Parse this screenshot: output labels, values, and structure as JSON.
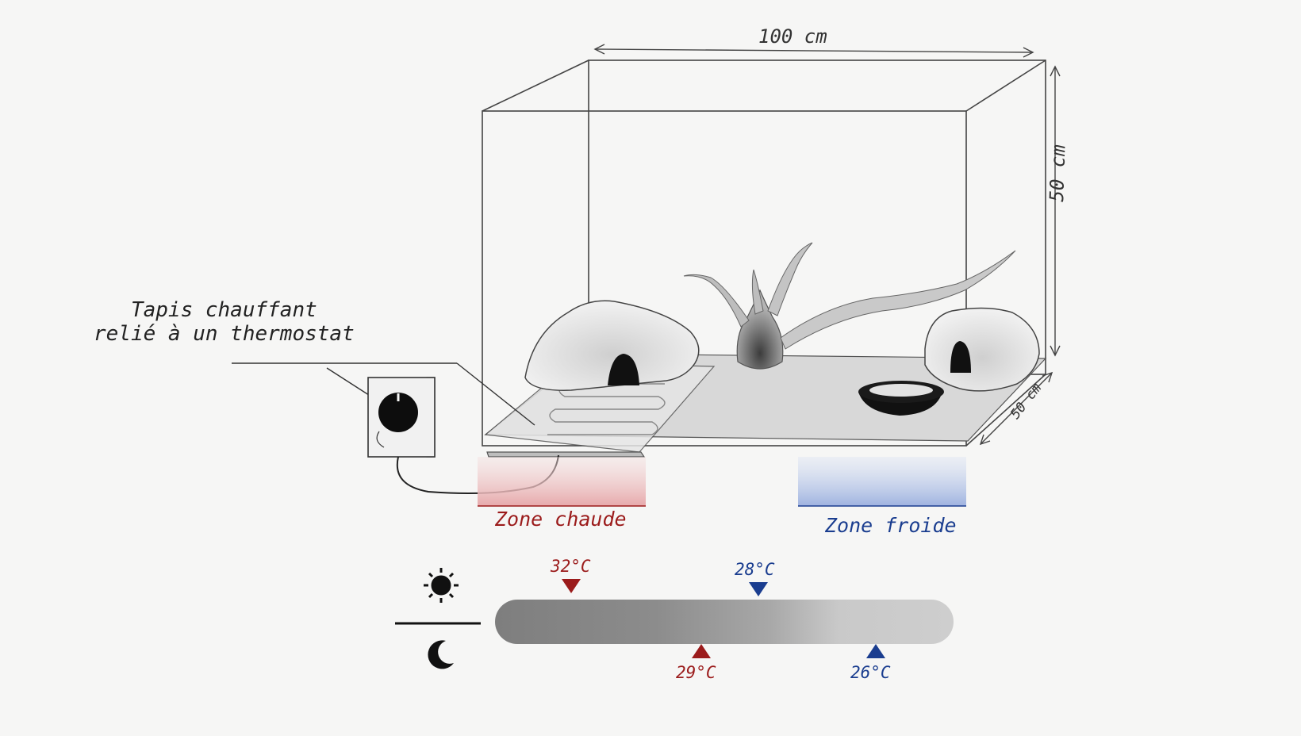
{
  "callout": {
    "line1": "Tapis chauffant",
    "line2": "relié à un thermostat"
  },
  "dimensions": {
    "width": "100 cm",
    "height": "50 cm",
    "depth": "50 cm"
  },
  "zones": {
    "hot": {
      "label": "Zone chaude",
      "color": "#9b1b1b"
    },
    "cold": {
      "label": "Zone froide",
      "color": "#1a3d8f"
    }
  },
  "temperatures": {
    "day": {
      "hot": "32°C",
      "cold": "28°C"
    },
    "night": {
      "hot": "29°C",
      "cold": "26°C"
    }
  },
  "icons": {
    "day": "sun-icon",
    "night": "moon-icon"
  }
}
